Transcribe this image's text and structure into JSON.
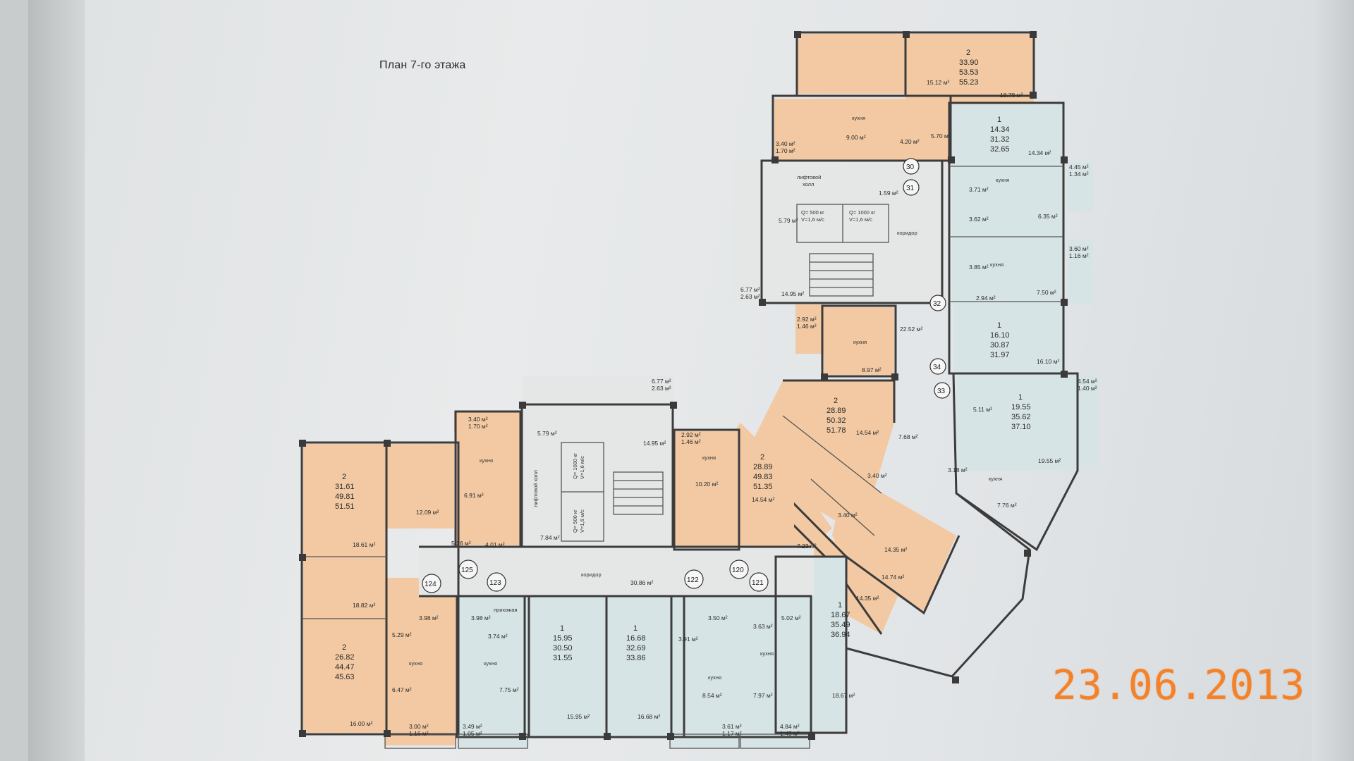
{
  "document": {
    "title": "План 7-го этажа",
    "date_stamp": "23.06.2013"
  },
  "colors": {
    "two_room_fill": "#f2c9a3",
    "one_room_fill": "#d7e4e5",
    "common_fill": "#e5e7e6",
    "stamp": "#f3822a"
  },
  "markers": [
    "30",
    "31",
    "32",
    "33",
    "34",
    "120",
    "121",
    "122",
    "123",
    "124",
    "125"
  ],
  "apartments": [
    {
      "rooms": "2",
      "living": "33.90",
      "total": "53.53",
      "total_full": "55.23"
    },
    {
      "rooms": "1",
      "living": "14.34",
      "total": "31.32",
      "total_full": "32.65"
    },
    {
      "rooms": "1",
      "living": "16.10",
      "total": "30.87",
      "total_full": "31.97"
    },
    {
      "rooms": "1",
      "living": "19.55",
      "total": "35.62",
      "total_full": "37.10"
    },
    {
      "rooms": "2",
      "living": "28.89",
      "total": "50.32",
      "total_full": "51.78"
    },
    {
      "rooms": "2",
      "living": "28.89",
      "total": "49.83",
      "total_full": "51.35"
    },
    {
      "rooms": "1",
      "living": "18.67",
      "total": "35.49",
      "total_full": "36.94"
    },
    {
      "rooms": "2",
      "living": "31.61",
      "total": "49.81",
      "total_full": "51.51"
    },
    {
      "rooms": "2",
      "living": "26.82",
      "total": "44.47",
      "total_full": "45.63"
    },
    {
      "rooms": "1",
      "living": "15.95",
      "total": "30.50",
      "total_full": "31.55"
    },
    {
      "rooms": "1",
      "living": "16.68",
      "total": "32.69",
      "total_full": "33.86"
    }
  ],
  "labels": {
    "kitchen": "кухня",
    "entrance": "прихожая",
    "lift_hall_1": "лифтовой",
    "lift_hall_2": "холл",
    "corridor": "коридор",
    "corridor_top": "коридор",
    "lift_hall_left": "лифтовой холл"
  },
  "lifts": {
    "top_a": [
      "Q= 500 кг",
      "V=1,6 м/с"
    ],
    "top_b": [
      "Q= 1000 кг",
      "V=1,6 м/с"
    ],
    "left_a": [
      "Q= 1000 кг",
      "V=1,6 м/с"
    ],
    "left_b": [
      "Q= 500 кг",
      "V=1,6 м/с"
    ]
  },
  "areas": {
    "a1": "15.12 м²",
    "a2": "18.78 м²",
    "a3": "9.00 м²",
    "a4": "4.20 м²",
    "a5": "5.70 м²",
    "a6": "3.40 м²",
    "a7": "1.70 м²",
    "a8": "14.34 м²",
    "a9": "4.45 м²",
    "a10": "1.34 м²",
    "a11": "3.71 м²",
    "a12": "1.59 м²",
    "a13": "5.79 м²",
    "a14": "6.35 м²",
    "a15": "3.62 м²",
    "a16": "3.85 м²",
    "a17": "3.60 м²",
    "a18": "1.16 м²",
    "a19": "7.50 м²",
    "a20": "2.94 м²",
    "a21": "6.77 м²",
    "a22": "2.63 м²",
    "a23": "14.95 м²",
    "a24": "2.92 м²",
    "a25": "1.46 м²",
    "a26": "22.52 м²",
    "a27": "16.10 м²",
    "a28": "8.97 м²",
    "a29": "4.54 м²",
    "a30": "1.40 м²",
    "a31": "5.11 м²",
    "a32": "19.55 м²",
    "a33": "14.54 м²",
    "a34": "7.68 м²",
    "a35": "3.18 м²",
    "a36": "7.76 м²",
    "a37": "3.40 м²",
    "a38": "3.40 м²",
    "a39": "14.35 м²",
    "a40": "10.20 м²",
    "a41": "14.54 м²",
    "a42": "7.23 м²",
    "a43": "14.35 м²",
    "a44": "2.92 м²",
    "a45": "1.46 м²",
    "a46": "3.40 м²",
    "a47": "1.70 м²",
    "a48": "6.77 м²",
    "a49": "2.63 м²",
    "a50": "5.79 м²",
    "a51": "14.95 м²",
    "a52": "7.84 м²",
    "a53": "12.09 м²",
    "a54": "6.91 м²",
    "a55": "5.26 м²",
    "a56": "4.01 м²",
    "a57": "18.61 м²",
    "a58": "18.82 м²",
    "a59": "3.98 м²",
    "a60": "5.29 м²",
    "a61": "6.47 м²",
    "a62": "16.00 м²",
    "a63": "3.00 м²",
    "a64": "1.16 м²",
    "a65": "3.98 м²",
    "a66": "3.74 м²",
    "a67": "7.75 м²",
    "a68": "3.49 м²",
    "a69": "1.05 м²",
    "a70": "15.95 м²",
    "a71": "16.68 м²",
    "a72": "3.50 м²",
    "a73": "3.91 м²",
    "a74": "8.54 м²",
    "a75": "3.61 м²",
    "a76": "1.17 м²",
    "a77": "3.63 м²",
    "a78": "7.97 м²",
    "a79": "5.02 м²",
    "a80": "18.67 м²",
    "a81": "4.84 м²",
    "a82": "1.45 м²",
    "a83": "30.86 м²",
    "a84": "14.74 м²"
  }
}
